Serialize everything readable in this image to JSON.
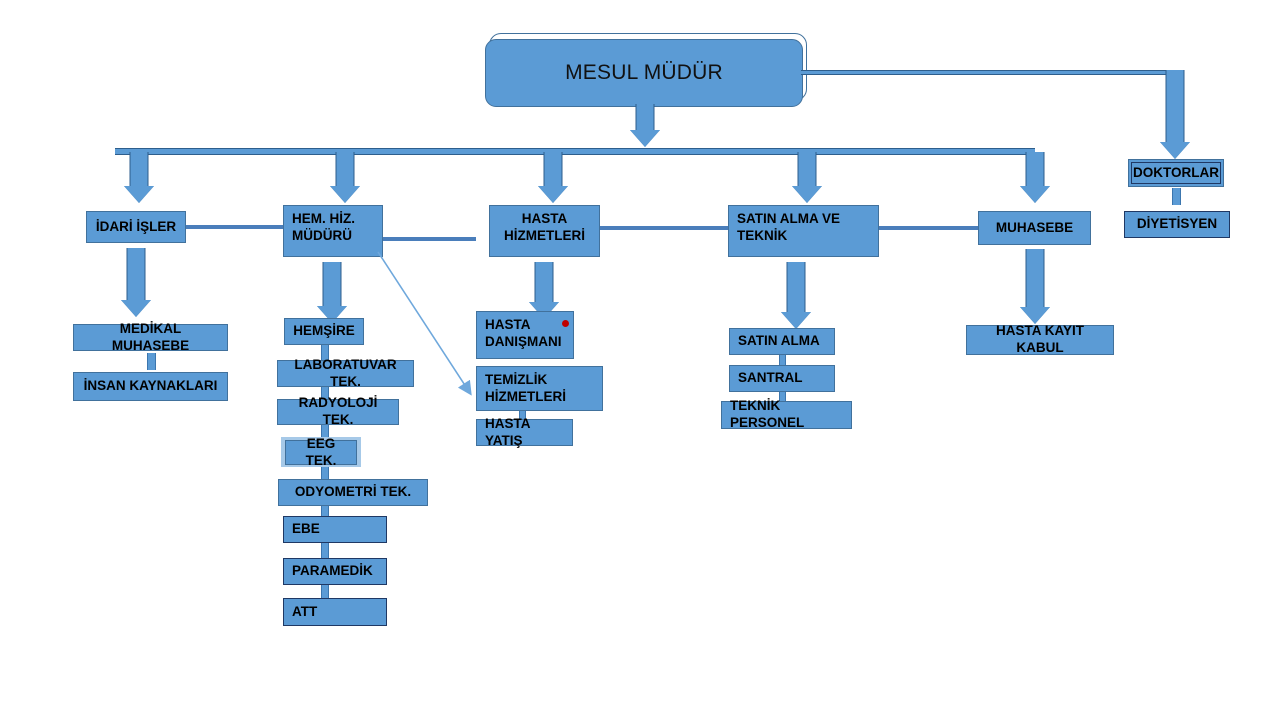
{
  "chart": {
    "title": "MESUL MÜDÜR",
    "type": "org-chart",
    "root": {
      "label": "MESUL MÜDÜR"
    },
    "level2": [
      {
        "label": "İDARİ İŞLER"
      },
      {
        "label_line1": "HEM. HİZ.",
        "label_line2": "MÜDÜRÜ"
      },
      {
        "label_line1": "HASTA",
        "label_line2": "HİZMETLERİ"
      },
      {
        "label_line1": "SATIN ALMA VE",
        "label_line2": "TEKNİK"
      },
      {
        "label": "MUHASEBE"
      },
      {
        "label": "DOKTORLAR"
      }
    ],
    "idari_isler_children": [
      {
        "label": "MEDİKAL MUHASEBE"
      },
      {
        "label": "İNSAN KAYNAKLARI"
      }
    ],
    "hemsirelik_children": [
      {
        "label": "HEMŞİRE"
      },
      {
        "label": "LABORATUVAR TEK."
      },
      {
        "label": "RADYOLOJİ TEK."
      },
      {
        "label": "EEG TEK."
      },
      {
        "label": "ODYOMETRİ TEK."
      },
      {
        "label": "EBE"
      },
      {
        "label": "PARAMEDİK"
      },
      {
        "label": "ATT"
      }
    ],
    "hasta_hizmetleri_children": [
      {
        "label_line1": "HASTA",
        "label_line2": "DANIŞMANI"
      },
      {
        "label_line1": "TEMİZLİK",
        "label_line2": "HİZMETLERİ"
      },
      {
        "label": "HASTA YATIŞ"
      }
    ],
    "satin_alma_children": [
      {
        "label": "SATIN ALMA"
      },
      {
        "label": "SANTRAL"
      },
      {
        "label": "TEKNİK PERSONEL"
      }
    ],
    "muhasebe_children": [
      {
        "label": "HASTA KAYIT KABUL"
      }
    ],
    "doktorlar_children": [
      {
        "label": "DİYETİSYEN"
      }
    ],
    "colors": {
      "box_fill": "#5B9BD5",
      "box_border": "#41719C",
      "dark_border": "#1F3864",
      "connector": "#5B9BD5",
      "marker": "#C00000",
      "background": "#FFFFFF"
    }
  }
}
